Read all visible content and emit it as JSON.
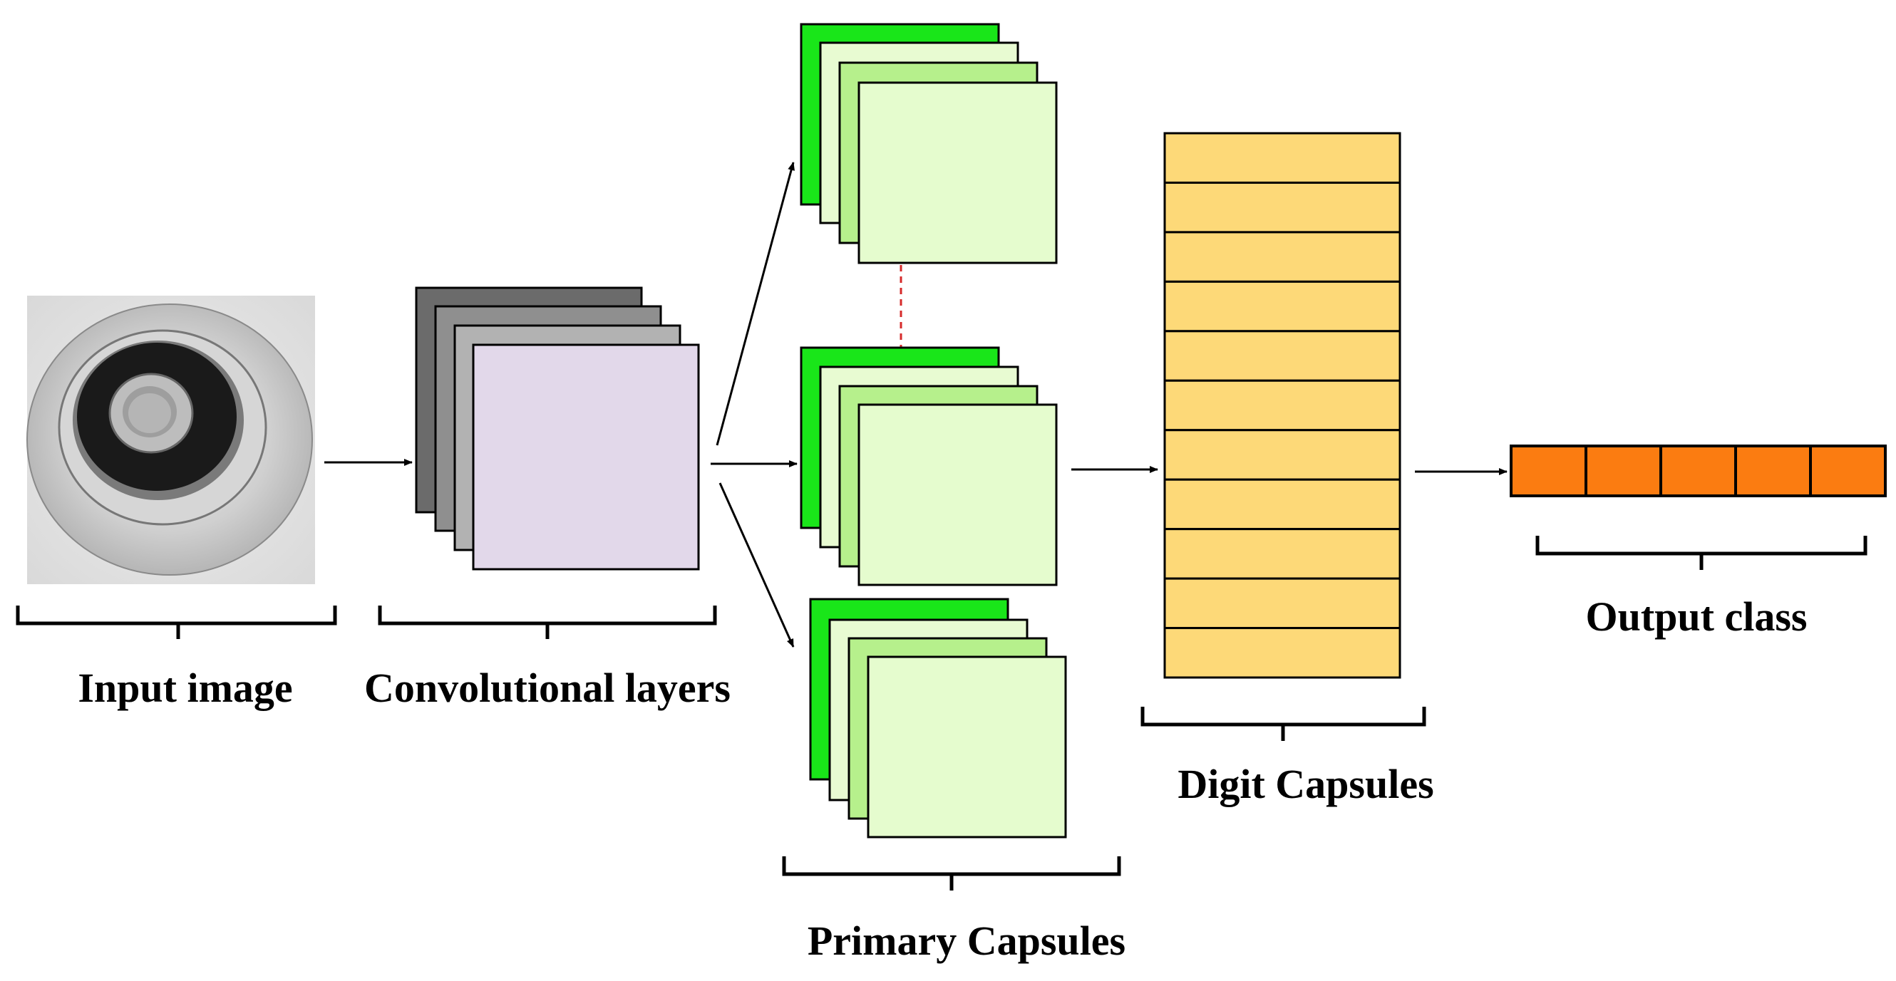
{
  "labels": {
    "input_image": "Input image",
    "conv_layers": "Convolutional layers",
    "primary_capsules": "Primary Capsules",
    "digit_capsules": "Digit Capsules",
    "output_class": "Output class"
  },
  "colors": {
    "conv_dark": "#6b6b6b",
    "conv_mid": "#8f8f8f",
    "conv_light": "#b2b2b2",
    "conv_front": "#e2d8ea",
    "caps_bright": "#19e619",
    "caps_pale": "#e8fbd2",
    "caps_mid": "#b6f08c",
    "caps_front": "#e5fcce",
    "digit_fill": "#fdd978",
    "output_fill": "#fb7c11",
    "dashed_link": "#d62a2a",
    "stroke": "#000000"
  },
  "digit_capsules": {
    "rows": 11
  },
  "output_class": {
    "cells": 5
  }
}
